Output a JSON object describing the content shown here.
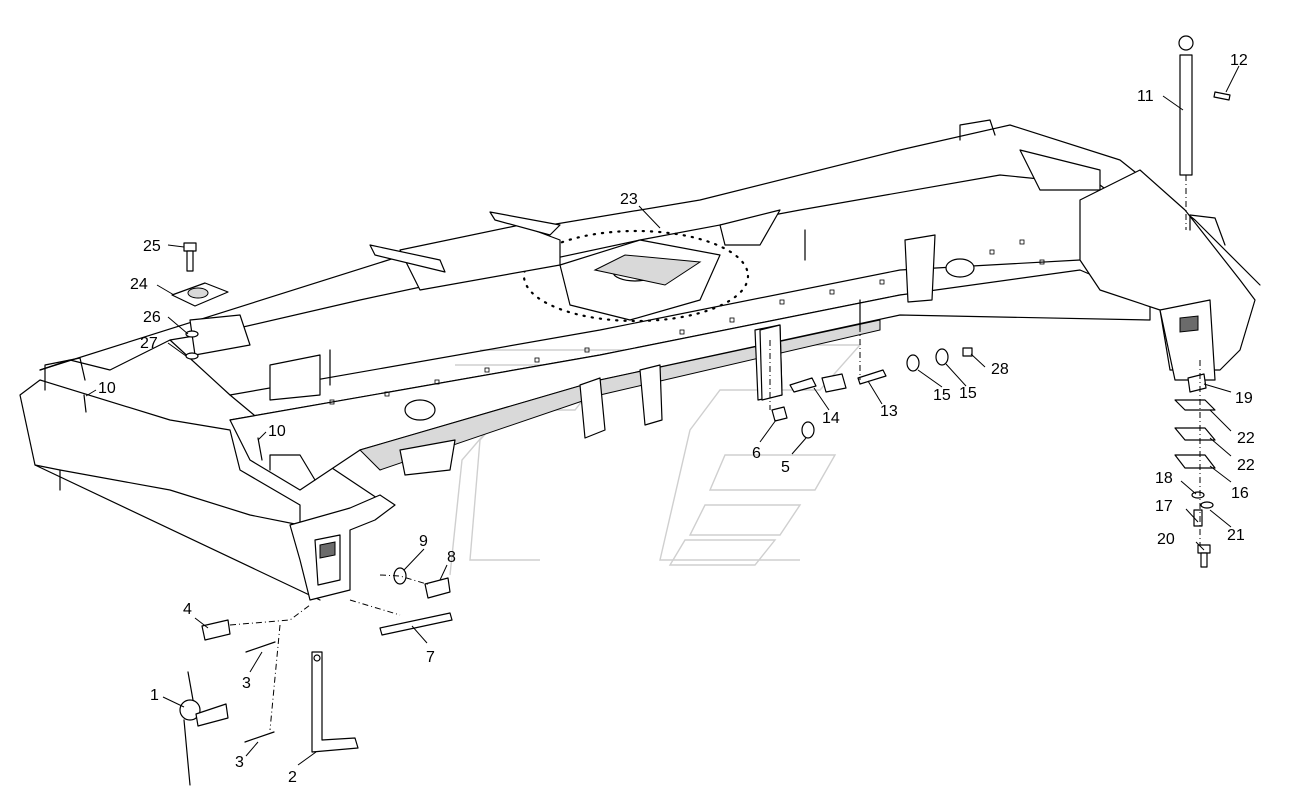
{
  "callouts": [
    {
      "id": "c1",
      "label": "1"
    },
    {
      "id": "c2",
      "label": "2"
    },
    {
      "id": "c3a",
      "label": "3"
    },
    {
      "id": "c3b",
      "label": "3"
    },
    {
      "id": "c4",
      "label": "4"
    },
    {
      "id": "c5",
      "label": "5"
    },
    {
      "id": "c6",
      "label": "6"
    },
    {
      "id": "c7",
      "label": "7"
    },
    {
      "id": "c8",
      "label": "8"
    },
    {
      "id": "c9",
      "label": "9"
    },
    {
      "id": "c10a",
      "label": "10"
    },
    {
      "id": "c10b",
      "label": "10"
    },
    {
      "id": "c11",
      "label": "11"
    },
    {
      "id": "c12",
      "label": "12"
    },
    {
      "id": "c13",
      "label": "13"
    },
    {
      "id": "c14",
      "label": "14"
    },
    {
      "id": "c15a",
      "label": "15"
    },
    {
      "id": "c15b",
      "label": "15"
    },
    {
      "id": "c16",
      "label": "16"
    },
    {
      "id": "c17",
      "label": "17"
    },
    {
      "id": "c18",
      "label": "18"
    },
    {
      "id": "c19",
      "label": "19"
    },
    {
      "id": "c20",
      "label": "20"
    },
    {
      "id": "c21",
      "label": "21"
    },
    {
      "id": "c22a",
      "label": "22"
    },
    {
      "id": "c22b",
      "label": "22"
    },
    {
      "id": "c23",
      "label": "23"
    },
    {
      "id": "c24",
      "label": "24"
    },
    {
      "id": "c25",
      "label": "25"
    },
    {
      "id": "c26",
      "label": "26"
    },
    {
      "id": "c27",
      "label": "27"
    },
    {
      "id": "c28",
      "label": "28"
    }
  ]
}
